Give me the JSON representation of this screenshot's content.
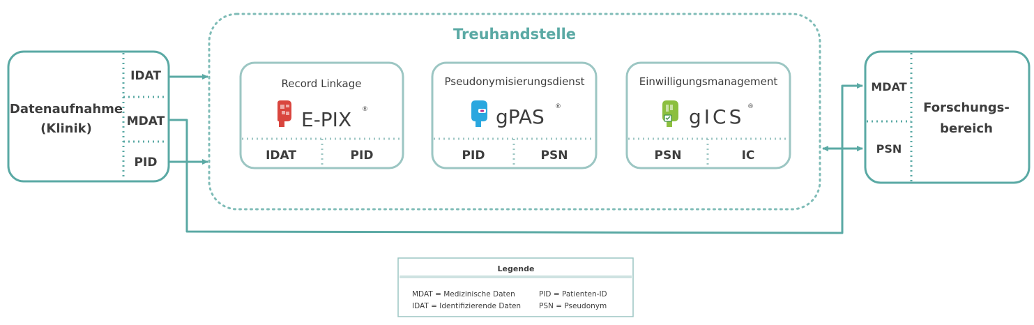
{
  "colors": {
    "teal": "#5aa9a4",
    "teal_dark": "#4f9e98",
    "box_border": "#9cc6c3",
    "text": "#3d3d3d",
    "epix_red": "#d9453e",
    "gpas_blue": "#2aa7df",
    "gics_green": "#8cbf3f"
  },
  "trust_center": {
    "title": "Treuhandstelle"
  },
  "source": {
    "title_line1": "Datenaufnahme",
    "title_line2": "(Klinik)",
    "ports": [
      "IDAT",
      "MDAT",
      "PID"
    ]
  },
  "research": {
    "title_line1": "Forschungs-",
    "title_line2": "bereich",
    "ports": [
      "MDAT",
      "PSN"
    ]
  },
  "services": [
    {
      "title": "Record Linkage",
      "logo_text": "E-PIX",
      "logo_icon": "epix-head-icon",
      "ports": [
        "IDAT",
        "PID"
      ]
    },
    {
      "title": "Pseudonymisierungsdienst",
      "logo_text": "gPAS",
      "logo_icon": "gpas-head-icon",
      "ports": [
        "PID",
        "PSN"
      ]
    },
    {
      "title": "Einwilligungsmanagement",
      "logo_text": "gICS",
      "logo_icon": "gics-head-icon",
      "ports": [
        "PSN",
        "IC"
      ]
    }
  ],
  "registered_mark": "®",
  "legend": {
    "title": "Legende",
    "entries": [
      "MDAT = Medizinische Daten",
      "PID = Patienten-ID",
      "IDAT = Identifizierende Daten",
      "PSN = Pseudonym"
    ]
  }
}
